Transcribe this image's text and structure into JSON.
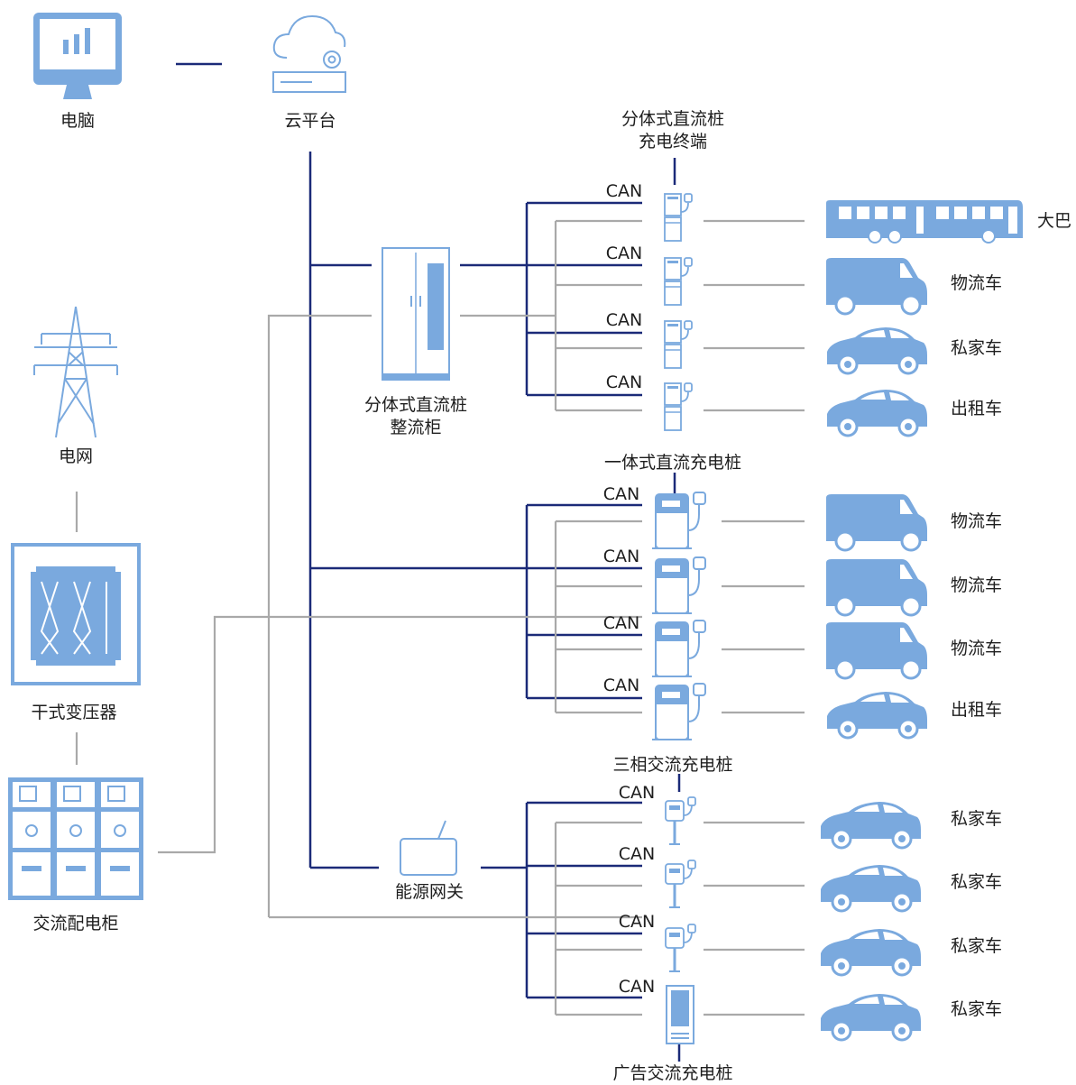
{
  "nodes": {
    "computer": "电脑",
    "cloud": "云平台",
    "grid": "电网",
    "transformer": "干式变压器",
    "ac_cabinet": "交流配电柜",
    "rectifier_line1": "分体式直流桩",
    "rectifier_line2": "整流柜",
    "gateway": "能源网关",
    "split_terminal_line1": "分体式直流桩",
    "split_terminal_line2": "充电终端",
    "integrated_dc": "一体式直流充电桩",
    "three_phase_ac": "三相交流充电桩",
    "ad_ac": "广告交流充电桩"
  },
  "can_label": "CAN",
  "vehicles": {
    "group1": [
      "大巴",
      "物流车",
      "私家车",
      "出租车"
    ],
    "group2": [
      "物流车",
      "物流车",
      "物流车",
      "出租车"
    ],
    "group3": [
      "私家车",
      "私家车",
      "私家车",
      "私家车"
    ]
  },
  "colors": {
    "can_line": "#1b2a78",
    "power_line": "#a9a9a9",
    "icon_fill": "#7aa9de",
    "icon_stroke": "#8fb5e2"
  }
}
